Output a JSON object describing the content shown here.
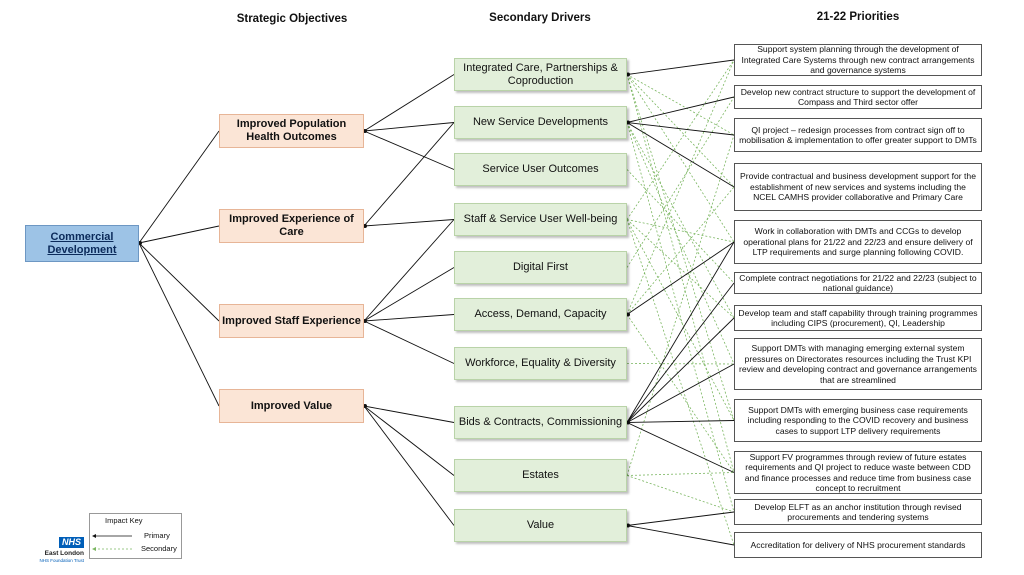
{
  "headers": {
    "objectives": "Strategic Objectives",
    "drivers": "Secondary Drivers",
    "priorities": "21-22 Priorities"
  },
  "root": {
    "label": "Commercial Development"
  },
  "objectives": [
    "Improved Population Health Outcomes",
    "Improved Experience of Care",
    "Improved Staff Experience",
    "Improved Value"
  ],
  "drivers": [
    "Integrated Care, Partnerships & Coproduction",
    "New Service Developments",
    "Service User Outcomes",
    "Staff & Service User Well-being",
    "Digital First",
    "Access, Demand, Capacity",
    "Workforce, Equality & Diversity",
    "Bids & Contracts, Commissioning",
    "Estates",
    "Value"
  ],
  "priorities": [
    "Support system planning through the development of Integrated  Care Systems through new contract arrangements and governance systems",
    "Develop new contract structure to support the development of Compass and Third sector offer",
    "QI project – redesign processes from contract sign off to mobilisation & implementation to offer greater support to DMTs",
    "Provide contractual and business development support  for the establishment of new  services and systems  including the NCEL CAMHS provider collaborative and Primary Care",
    "Work in collaboration with DMTs and  CCGs to develop operational plans for 21/22 and 22/23 and ensure delivery of LTP requirements and surge planning following COVID.",
    "Complete  contract negotiations  for 21/22 and 22/23 (subject to national guidance)",
    "Develop team  and staff capability through training programmes including CIPS (procurement), QI, Leadership",
    "Support DMTs with managing emerging external system pressures on Directorates resources including the Trust KPI review and developing contract and governance arrangements that are streamlined",
    "Support DMTs with emerging business case requirements including responding to the COVID recovery and business cases to support LTP delivery requirements",
    "Support FV programmes through review of future estates requirements and QI project to reduce waste between CDD and finance processes and reduce time from business case concept to recruitment",
    "Develop ELFT as an anchor institution through revised procurements  and tendering systems",
    "Accreditation for delivery of NHS procurement standards"
  ],
  "links": {
    "primary_obj_driver": [
      [
        0,
        0
      ],
      [
        0,
        1
      ],
      [
        0,
        2
      ],
      [
        1,
        1
      ],
      [
        1,
        3
      ],
      [
        2,
        3
      ],
      [
        2,
        4
      ],
      [
        2,
        5
      ],
      [
        2,
        6
      ],
      [
        3,
        7
      ],
      [
        3,
        8
      ],
      [
        3,
        9
      ]
    ],
    "primary_driver_priority": [
      [
        0,
        0
      ],
      [
        1,
        1
      ],
      [
        1,
        2
      ],
      [
        1,
        3
      ],
      [
        7,
        4
      ],
      [
        7,
        5
      ],
      [
        7,
        6
      ],
      [
        7,
        7
      ],
      [
        7,
        8
      ],
      [
        7,
        9
      ],
      [
        9,
        10
      ],
      [
        9,
        11
      ],
      [
        5,
        4
      ]
    ],
    "secondary_driver_priority": [
      [
        0,
        2
      ],
      [
        0,
        3
      ],
      [
        0,
        4
      ],
      [
        0,
        8
      ],
      [
        0,
        9
      ],
      [
        1,
        6
      ],
      [
        1,
        7
      ],
      [
        1,
        10
      ],
      [
        3,
        0
      ],
      [
        3,
        4
      ],
      [
        3,
        6
      ],
      [
        3,
        8
      ],
      [
        3,
        11
      ],
      [
        5,
        0
      ],
      [
        5,
        3
      ],
      [
        5,
        9
      ],
      [
        8,
        9
      ],
      [
        8,
        2
      ],
      [
        8,
        10
      ],
      [
        4,
        1
      ],
      [
        6,
        7
      ],
      [
        2,
        5
      ]
    ]
  },
  "key": {
    "title": "Impact Key",
    "primary": "Primary",
    "secondary": "Secondary"
  },
  "logo": {
    "badge": "NHS",
    "org": "East London",
    "sub": "NHS Foundation Trust"
  },
  "colors": {
    "primary_line": "#111111",
    "secondary_line": "#7bb661",
    "root_fill": "#9dc3e6",
    "objective_fill": "#fbe5d6",
    "driver_fill": "#e2efda"
  }
}
